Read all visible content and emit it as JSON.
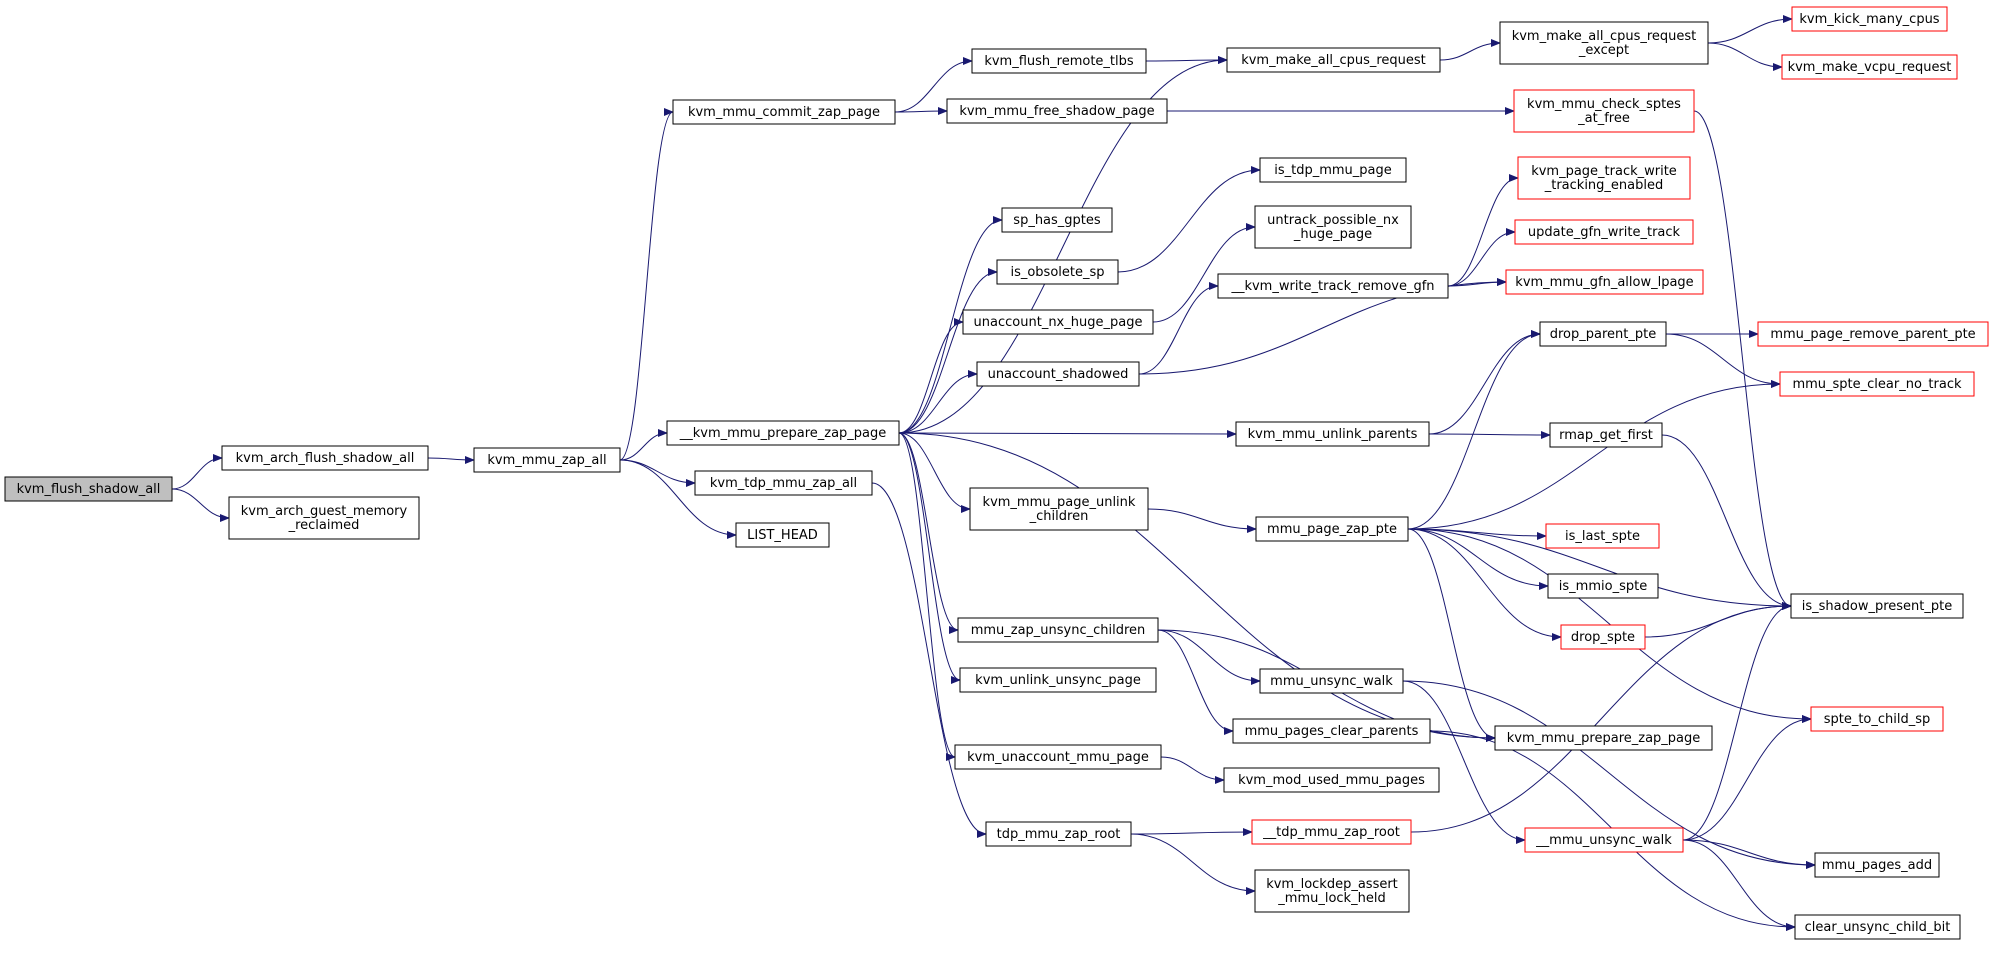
{
  "colors": {
    "edge": "#191970",
    "box_border": "#000000",
    "truncated_border": "#ff0000",
    "root_fill": "#bfbfbf",
    "fill": "#ffffff"
  },
  "nodes": [
    {
      "id": "kvm_flush_shadow_all",
      "lines": [
        "kvm_flush_shadow_all"
      ],
      "style": "root"
    },
    {
      "id": "kvm_arch_flush_shadow_all",
      "lines": [
        "kvm_arch_flush_shadow_all"
      ],
      "style": "normal"
    },
    {
      "id": "kvm_arch_guest_memory_reclaimed",
      "lines": [
        "kvm_arch_guest_memory",
        "_reclaimed"
      ],
      "style": "normal"
    },
    {
      "id": "kvm_mmu_zap_all",
      "lines": [
        "kvm_mmu_zap_all"
      ],
      "style": "normal"
    },
    {
      "id": "kvm_mmu_commit_zap_page",
      "lines": [
        "kvm_mmu_commit_zap_page"
      ],
      "style": "normal"
    },
    {
      "id": "__kvm_mmu_prepare_zap_page",
      "lines": [
        "__kvm_mmu_prepare_zap_page"
      ],
      "style": "normal"
    },
    {
      "id": "kvm_tdp_mmu_zap_all",
      "lines": [
        "kvm_tdp_mmu_zap_all"
      ],
      "style": "normal"
    },
    {
      "id": "LIST_HEAD",
      "lines": [
        "LIST_HEAD"
      ],
      "style": "normal"
    },
    {
      "id": "kvm_flush_remote_tlbs",
      "lines": [
        "kvm_flush_remote_tlbs"
      ],
      "style": "normal"
    },
    {
      "id": "kvm_mmu_free_shadow_page",
      "lines": [
        "kvm_mmu_free_shadow_page"
      ],
      "style": "normal"
    },
    {
      "id": "kvm_make_all_cpus_request",
      "lines": [
        "kvm_make_all_cpus_request"
      ],
      "style": "normal"
    },
    {
      "id": "kvm_make_all_cpus_request_except",
      "lines": [
        "kvm_make_all_cpus_request",
        "_except"
      ],
      "style": "normal"
    },
    {
      "id": "kvm_kick_many_cpus",
      "lines": [
        "kvm_kick_many_cpus"
      ],
      "style": "truncated"
    },
    {
      "id": "kvm_make_vcpu_request",
      "lines": [
        "kvm_make_vcpu_request"
      ],
      "style": "truncated"
    },
    {
      "id": "kvm_mmu_check_sptes_at_free",
      "lines": [
        "kvm_mmu_check_sptes",
        "_at_free"
      ],
      "style": "truncated"
    },
    {
      "id": "is_tdp_mmu_page",
      "lines": [
        "is_tdp_mmu_page"
      ],
      "style": "normal"
    },
    {
      "id": "sp_has_gptes",
      "lines": [
        "sp_has_gptes"
      ],
      "style": "normal"
    },
    {
      "id": "untrack_possible_nx_huge_page",
      "lines": [
        "untrack_possible_nx",
        "_huge_page"
      ],
      "style": "normal"
    },
    {
      "id": "is_obsolete_sp",
      "lines": [
        "is_obsolete_sp"
      ],
      "style": "normal"
    },
    {
      "id": "kvm_page_track_write_tracking_enabled",
      "lines": [
        "kvm_page_track_write",
        "_tracking_enabled"
      ],
      "style": "truncated"
    },
    {
      "id": "update_gfn_write_track",
      "lines": [
        "update_gfn_write_track"
      ],
      "style": "truncated"
    },
    {
      "id": "__kvm_write_track_remove_gfn",
      "lines": [
        "__kvm_write_track_remove_gfn"
      ],
      "style": "normal"
    },
    {
      "id": "kvm_mmu_gfn_allow_lpage",
      "lines": [
        "kvm_mmu_gfn_allow_lpage"
      ],
      "style": "truncated"
    },
    {
      "id": "unaccount_nx_huge_page",
      "lines": [
        "unaccount_nx_huge_page"
      ],
      "style": "normal"
    },
    {
      "id": "drop_parent_pte",
      "lines": [
        "drop_parent_pte"
      ],
      "style": "normal"
    },
    {
      "id": "mmu_page_remove_parent_pte",
      "lines": [
        "mmu_page_remove_parent_pte"
      ],
      "style": "truncated"
    },
    {
      "id": "unaccount_shadowed",
      "lines": [
        "unaccount_shadowed"
      ],
      "style": "normal"
    },
    {
      "id": "mmu_spte_clear_no_track",
      "lines": [
        "mmu_spte_clear_no_track"
      ],
      "style": "truncated"
    },
    {
      "id": "kvm_mmu_unlink_parents",
      "lines": [
        "kvm_mmu_unlink_parents"
      ],
      "style": "normal"
    },
    {
      "id": "rmap_get_first",
      "lines": [
        "rmap_get_first"
      ],
      "style": "normal"
    },
    {
      "id": "kvm_mmu_page_unlink_children",
      "lines": [
        "kvm_mmu_page_unlink",
        "_children"
      ],
      "style": "normal"
    },
    {
      "id": "mmu_page_zap_pte",
      "lines": [
        "mmu_page_zap_pte"
      ],
      "style": "normal"
    },
    {
      "id": "is_last_spte",
      "lines": [
        "is_last_spte"
      ],
      "style": "truncated"
    },
    {
      "id": "is_mmio_spte",
      "lines": [
        "is_mmio_spte"
      ],
      "style": "normal"
    },
    {
      "id": "is_shadow_present_pte",
      "lines": [
        "is_shadow_present_pte"
      ],
      "style": "normal"
    },
    {
      "id": "mmu_zap_unsync_children",
      "lines": [
        "mmu_zap_unsync_children"
      ],
      "style": "normal"
    },
    {
      "id": "drop_spte",
      "lines": [
        "drop_spte"
      ],
      "style": "truncated"
    },
    {
      "id": "kvm_unlink_unsync_page",
      "lines": [
        "kvm_unlink_unsync_page"
      ],
      "style": "normal"
    },
    {
      "id": "mmu_unsync_walk",
      "lines": [
        "mmu_unsync_walk"
      ],
      "style": "normal"
    },
    {
      "id": "spte_to_child_sp",
      "lines": [
        "spte_to_child_sp"
      ],
      "style": "truncated"
    },
    {
      "id": "mmu_pages_clear_parents",
      "lines": [
        "mmu_pages_clear_parents"
      ],
      "style": "normal"
    },
    {
      "id": "kvm_mmu_prepare_zap_page",
      "lines": [
        "kvm_mmu_prepare_zap_page"
      ],
      "style": "normal"
    },
    {
      "id": "kvm_unaccount_mmu_page",
      "lines": [
        "kvm_unaccount_mmu_page"
      ],
      "style": "normal"
    },
    {
      "id": "kvm_mod_used_mmu_pages",
      "lines": [
        "kvm_mod_used_mmu_pages"
      ],
      "style": "normal"
    },
    {
      "id": "tdp_mmu_zap_root",
      "lines": [
        "tdp_mmu_zap_root"
      ],
      "style": "normal"
    },
    {
      "id": "__tdp_mmu_zap_root",
      "lines": [
        "__tdp_mmu_zap_root"
      ],
      "style": "truncated"
    },
    {
      "id": "__mmu_unsync_walk",
      "lines": [
        "__mmu_unsync_walk"
      ],
      "style": "truncated"
    },
    {
      "id": "mmu_pages_add",
      "lines": [
        "mmu_pages_add"
      ],
      "style": "normal"
    },
    {
      "id": "kvm_lockdep_assert_mmu_lock_held",
      "lines": [
        "kvm_lockdep_assert",
        "_mmu_lock_held"
      ],
      "style": "normal"
    },
    {
      "id": "clear_unsync_child_bit",
      "lines": [
        "clear_unsync_child_bit"
      ],
      "style": "normal"
    }
  ],
  "edges": [
    [
      "kvm_flush_shadow_all",
      "kvm_arch_flush_shadow_all"
    ],
    [
      "kvm_flush_shadow_all",
      "kvm_arch_guest_memory_reclaimed"
    ],
    [
      "kvm_arch_flush_shadow_all",
      "kvm_mmu_zap_all"
    ],
    [
      "kvm_mmu_zap_all",
      "kvm_mmu_commit_zap_page"
    ],
    [
      "kvm_mmu_zap_all",
      "__kvm_mmu_prepare_zap_page"
    ],
    [
      "kvm_mmu_zap_all",
      "kvm_tdp_mmu_zap_all"
    ],
    [
      "kvm_mmu_zap_all",
      "LIST_HEAD"
    ],
    [
      "kvm_mmu_commit_zap_page",
      "kvm_flush_remote_tlbs"
    ],
    [
      "kvm_mmu_commit_zap_page",
      "kvm_mmu_free_shadow_page"
    ],
    [
      "kvm_flush_remote_tlbs",
      "kvm_make_all_cpus_request"
    ],
    [
      "kvm_make_all_cpus_request",
      "kvm_make_all_cpus_request_except"
    ],
    [
      "kvm_make_all_cpus_request_except",
      "kvm_kick_many_cpus"
    ],
    [
      "kvm_make_all_cpus_request_except",
      "kvm_make_vcpu_request"
    ],
    [
      "kvm_mmu_free_shadow_page",
      "kvm_mmu_check_sptes_at_free"
    ],
    [
      "kvm_mmu_check_sptes_at_free",
      "is_shadow_present_pte"
    ],
    [
      "__kvm_mmu_prepare_zap_page",
      "kvm_make_all_cpus_request"
    ],
    [
      "__kvm_mmu_prepare_zap_page",
      "sp_has_gptes"
    ],
    [
      "__kvm_mmu_prepare_zap_page",
      "is_obsolete_sp"
    ],
    [
      "__kvm_mmu_prepare_zap_page",
      "unaccount_nx_huge_page"
    ],
    [
      "__kvm_mmu_prepare_zap_page",
      "unaccount_shadowed"
    ],
    [
      "__kvm_mmu_prepare_zap_page",
      "kvm_mmu_unlink_parents"
    ],
    [
      "__kvm_mmu_prepare_zap_page",
      "kvm_mmu_page_unlink_children"
    ],
    [
      "__kvm_mmu_prepare_zap_page",
      "mmu_zap_unsync_children"
    ],
    [
      "__kvm_mmu_prepare_zap_page",
      "kvm_unlink_unsync_page"
    ],
    [
      "__kvm_mmu_prepare_zap_page",
      "kvm_unaccount_mmu_page"
    ],
    [
      "__kvm_mmu_prepare_zap_page",
      "kvm_mmu_prepare_zap_page"
    ],
    [
      "is_obsolete_sp",
      "is_tdp_mmu_page"
    ],
    [
      "unaccount_nx_huge_page",
      "untrack_possible_nx_huge_page"
    ],
    [
      "unaccount_shadowed",
      "__kvm_write_track_remove_gfn"
    ],
    [
      "unaccount_shadowed",
      "kvm_mmu_gfn_allow_lpage"
    ],
    [
      "__kvm_write_track_remove_gfn",
      "kvm_page_track_write_tracking_enabled"
    ],
    [
      "__kvm_write_track_remove_gfn",
      "update_gfn_write_track"
    ],
    [
      "__kvm_write_track_remove_gfn",
      "kvm_mmu_gfn_allow_lpage"
    ],
    [
      "kvm_mmu_unlink_parents",
      "drop_parent_pte"
    ],
    [
      "kvm_mmu_unlink_parents",
      "rmap_get_first"
    ],
    [
      "drop_parent_pte",
      "mmu_page_remove_parent_pte"
    ],
    [
      "drop_parent_pte",
      "mmu_spte_clear_no_track"
    ],
    [
      "rmap_get_first",
      "is_shadow_present_pte"
    ],
    [
      "kvm_mmu_page_unlink_children",
      "mmu_page_zap_pte"
    ],
    [
      "mmu_page_zap_pte",
      "drop_parent_pte"
    ],
    [
      "mmu_page_zap_pte",
      "mmu_spte_clear_no_track"
    ],
    [
      "mmu_page_zap_pte",
      "is_shadow_present_pte"
    ],
    [
      "mmu_page_zap_pte",
      "is_last_spte"
    ],
    [
      "mmu_page_zap_pte",
      "is_mmio_spte"
    ],
    [
      "mmu_page_zap_pte",
      "drop_spte"
    ],
    [
      "mmu_page_zap_pte",
      "spte_to_child_sp"
    ],
    [
      "mmu_page_zap_pte",
      "kvm_mmu_prepare_zap_page"
    ],
    [
      "drop_spte",
      "is_shadow_present_pte"
    ],
    [
      "kvm_tdp_mmu_zap_all",
      "tdp_mmu_zap_root"
    ],
    [
      "mmu_zap_unsync_children",
      "mmu_unsync_walk"
    ],
    [
      "mmu_zap_unsync_children",
      "mmu_pages_clear_parents"
    ],
    [
      "mmu_zap_unsync_children",
      "kvm_mmu_prepare_zap_page"
    ],
    [
      "mmu_unsync_walk",
      "__mmu_unsync_walk"
    ],
    [
      "mmu_unsync_walk",
      "mmu_pages_add"
    ],
    [
      "mmu_pages_clear_parents",
      "clear_unsync_child_bit"
    ],
    [
      "kvm_unaccount_mmu_page",
      "kvm_mod_used_mmu_pages"
    ],
    [
      "tdp_mmu_zap_root",
      "__tdp_mmu_zap_root"
    ],
    [
      "tdp_mmu_zap_root",
      "kvm_lockdep_assert_mmu_lock_held"
    ],
    [
      "__tdp_mmu_zap_root",
      "is_shadow_present_pte"
    ],
    [
      "__mmu_unsync_walk",
      "is_shadow_present_pte"
    ],
    [
      "__mmu_unsync_walk",
      "spte_to_child_sp"
    ],
    [
      "__mmu_unsync_walk",
      "mmu_pages_add"
    ],
    [
      "__mmu_unsync_walk",
      "clear_unsync_child_bit"
    ]
  ]
}
